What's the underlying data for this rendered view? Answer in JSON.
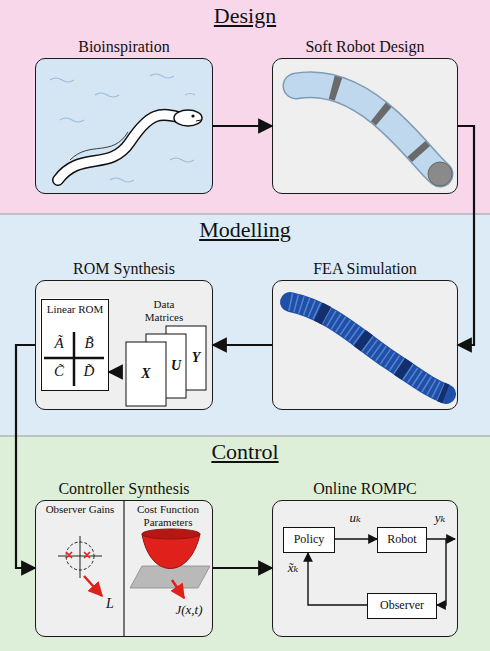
{
  "diagram": {
    "nodes": [
      {
        "text": [
          "Design"
        ]
      },
      {
        "text": [
          "Bioinspiration"
        ],
        "in": 0
      },
      {
        "text": [
          "Soft Robot Design"
        ],
        "in": 0
      },
      {
        "text": [
          "Modelling"
        ]
      },
      {
        "text": [
          "ROM Synthesis"
        ],
        "in": 3
      },
      {
        "text": [
          "Linear ROM"
        ],
        "in": 4
      },
      {
        "text": [
          "Data Matrices"
        ],
        "in": 4
      },
      {
        "text": [
          "FEA Simulation"
        ],
        "in": 3
      },
      {
        "text": [
          "Control"
        ]
      },
      {
        "text": [
          "Controller Synthesis"
        ],
        "in": 8
      },
      {
        "text": [
          "Online ROMPC"
        ],
        "in": 8
      },
      {
        "text": [
          "Policy"
        ],
        "in": 10
      },
      {
        "text": [
          "Robot"
        ],
        "in": 10
      },
      {
        "text": [
          "Observer"
        ],
        "in": 10
      }
    ],
    "edges": [
      {
        "from": 1,
        "to": 2,
        "arrow": "to"
      },
      {
        "from": 2,
        "to": 7,
        "arrow": "to"
      },
      {
        "from": 7,
        "to": 4,
        "arrow": "to"
      },
      {
        "from": 6,
        "to": 5,
        "arrow": "to"
      },
      {
        "from": 4,
        "to": 9,
        "arrow": "to"
      },
      {
        "from": 9,
        "to": 10,
        "arrow": "to"
      },
      {
        "from": 11,
        "to": 12,
        "label": "uₖ",
        "arrow": "to"
      },
      {
        "from": 12,
        "to": 13,
        "label": "yₖ",
        "arrow": "to"
      },
      {
        "from": 13,
        "to": 11,
        "label": "x̃ₖ",
        "arrow": "to"
      }
    ],
    "labels": [
      "Ã",
      "B̃",
      "C̃",
      "D̃",
      "X",
      "U",
      "Y",
      "Observer Gains",
      "Cost Function Parameters",
      "L",
      "J(x,t)"
    ]
  }
}
